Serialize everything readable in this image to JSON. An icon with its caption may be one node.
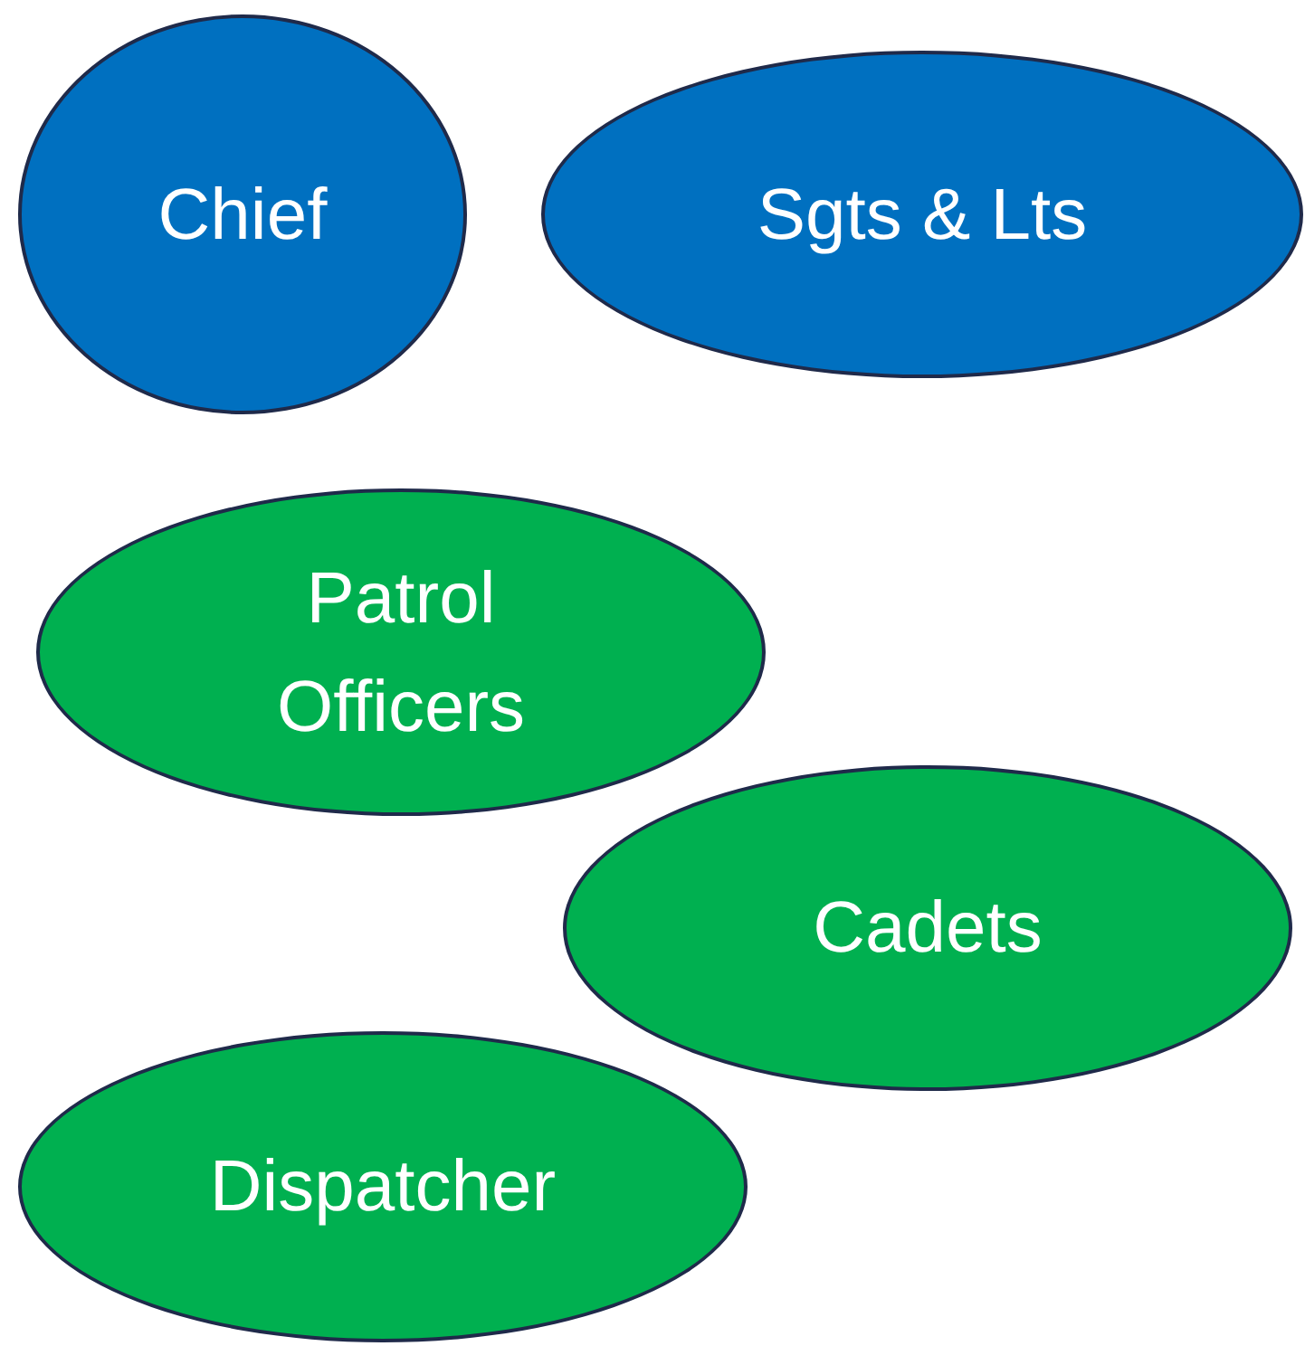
{
  "diagram": {
    "nodes": [
      {
        "text": [
          "Chief"
        ]
      },
      {
        "text": [
          "Sgts & Lts"
        ]
      },
      {
        "text": [
          "Patrol Officers"
        ]
      },
      {
        "text": [
          "Cadets"
        ]
      },
      {
        "text": [
          "Dispatcher"
        ]
      }
    ]
  }
}
